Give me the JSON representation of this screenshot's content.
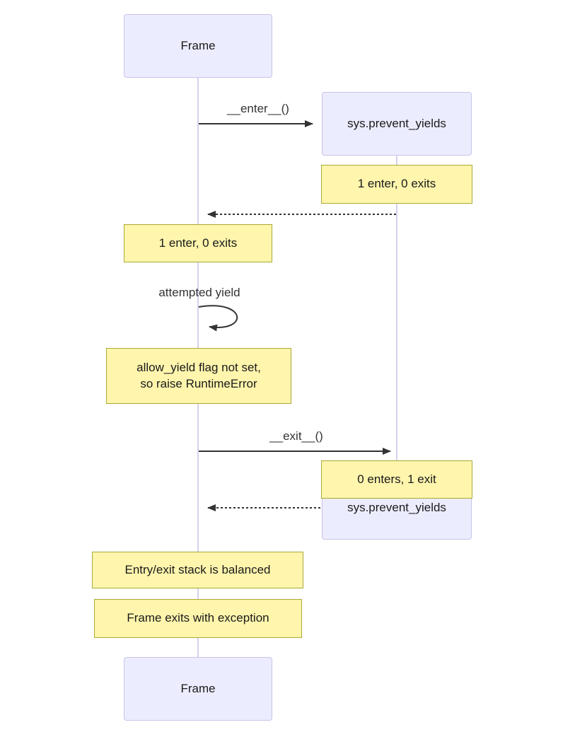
{
  "diagram": {
    "type": "sequence",
    "actors": [
      {
        "id": "frame",
        "label": "Frame"
      },
      {
        "id": "sys_prevent_yields",
        "label": "sys.prevent_yields"
      }
    ],
    "messages": [
      {
        "from": "frame",
        "to": "sys_prevent_yields",
        "label": "__enter__()",
        "style": "solid-arrow"
      },
      {
        "from": "sys_prevent_yields",
        "to": "frame",
        "label": "",
        "style": "dashed-arrow"
      },
      {
        "from": "frame",
        "to": "frame",
        "label": "attempted yield",
        "style": "self-loop"
      },
      {
        "from": "frame",
        "to": "sys_prevent_yields",
        "label": "__exit__()",
        "style": "solid-arrow"
      },
      {
        "from": "sys_prevent_yields",
        "to": "frame",
        "label": "",
        "style": "dashed-arrow"
      }
    ],
    "notes": [
      {
        "over": "sys_prevent_yields",
        "text": "1 enter, 0 exits"
      },
      {
        "over": "frame",
        "text": "1 enter, 0 exits"
      },
      {
        "over": "frame",
        "line1": "allow_yield flag not set,",
        "line2": "so raise RuntimeError"
      },
      {
        "over": "sys_prevent_yields",
        "text": "0 enters, 1 exit"
      },
      {
        "over": "frame",
        "text": "Entry/exit stack is balanced"
      },
      {
        "over": "frame",
        "text": "Frame exits with exception"
      }
    ],
    "colors": {
      "actor_fill": "#ECECFF",
      "actor_border": "#C8C4E8",
      "note_fill": "#FFF5AD",
      "note_border": "#AAAA33",
      "line": "#333333",
      "lifeline": "#D6D1EE"
    }
  }
}
